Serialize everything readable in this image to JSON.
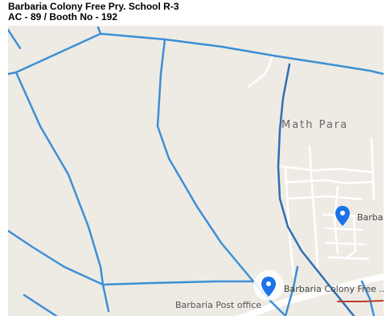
{
  "header": {
    "title": "Barbaria Colony Free  Pry. School  R-3",
    "subtitle": "AC - 89 / Booth No - 192"
  },
  "map": {
    "colors": {
      "land": "#eeebe4",
      "road_blue": "#3d8fd6",
      "road_dark_blue": "#2f6fb5",
      "road_white": "#ffffff",
      "road_red": "#c0392b",
      "pin": "#1a73e8",
      "label_gray": "#666666"
    },
    "labels": {
      "area": "Math Para",
      "place_partial": "Barba",
      "school": "Barbaria Colony Free ..",
      "post_office": "Barbaria Post office"
    },
    "icons": {
      "place_marker": "map-pin-icon",
      "school_marker": "map-pin-icon"
    }
  }
}
